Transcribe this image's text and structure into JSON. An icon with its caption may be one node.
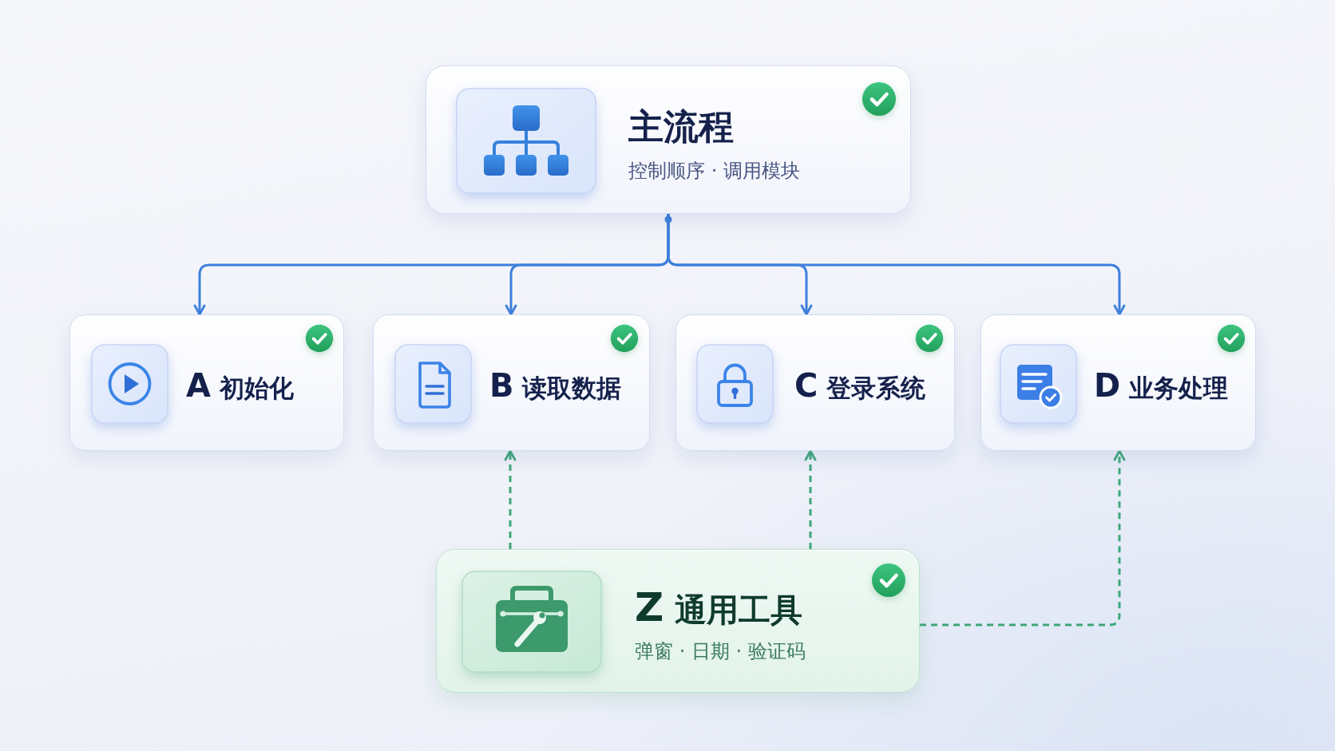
{
  "diagram": {
    "nodes": [
      {
        "text": [
          "主流程",
          "控制顺序 · 调用模块"
        ]
      },
      {
        "text": [
          "A 初始化"
        ]
      },
      {
        "text": [
          "B 读取数据"
        ]
      },
      {
        "text": [
          "C 登录系统"
        ]
      },
      {
        "text": [
          "D 业务处理"
        ]
      },
      {
        "text": [
          "Z 通用工具",
          "弹窗 · 日期 · 验证码"
        ]
      }
    ],
    "edges": [
      {
        "from": 0,
        "to": 1,
        "arrow": "to"
      },
      {
        "from": 0,
        "to": 2,
        "arrow": "to"
      },
      {
        "from": 0,
        "to": 3,
        "arrow": "to"
      },
      {
        "from": 0,
        "to": 4,
        "arrow": "to"
      },
      {
        "from": 5,
        "to": 2,
        "arrow": "to",
        "style": "dashed",
        "color": "#3fa77a"
      },
      {
        "from": 5,
        "to": 3,
        "arrow": "to",
        "style": "dashed",
        "color": "#3fa77a"
      },
      {
        "from": 5,
        "to": 4,
        "arrow": "to",
        "style": "dashed",
        "color": "#3fa77a"
      }
    ]
  }
}
